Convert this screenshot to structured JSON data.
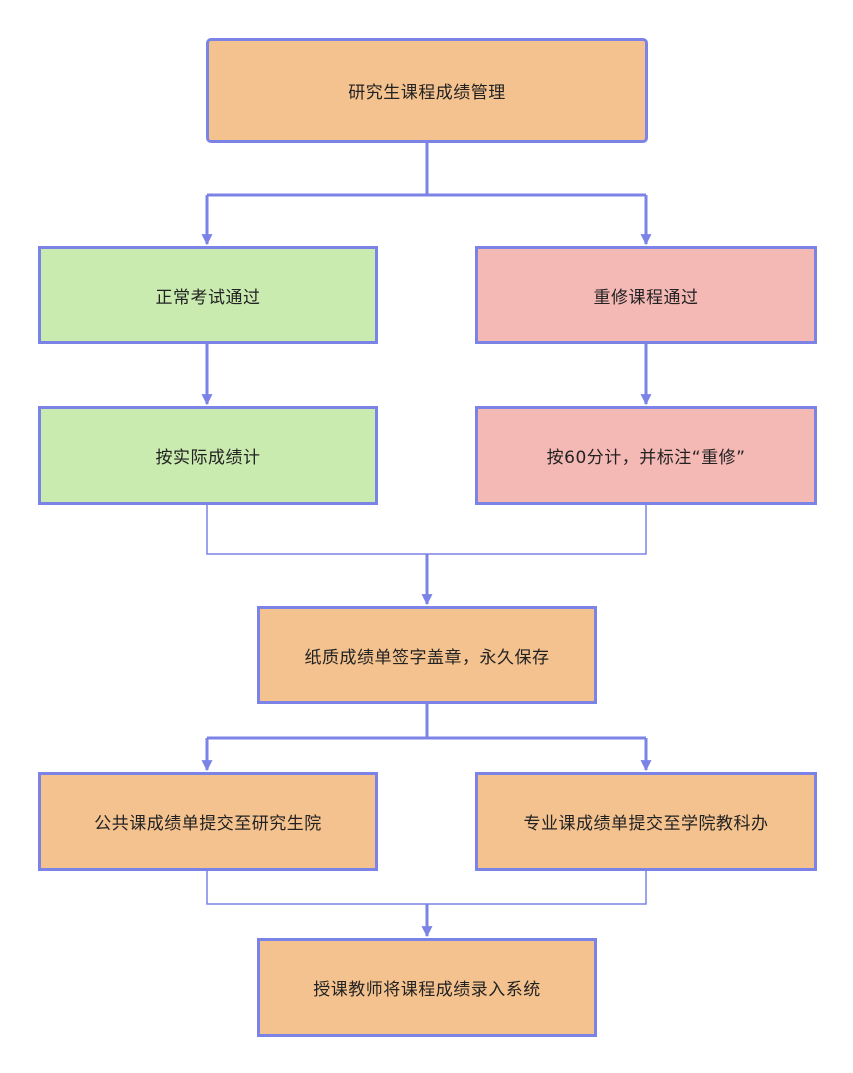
{
  "colors": {
    "border": "#7b83e6",
    "connector": "#7b83e6",
    "orange_fill": "#f4c28f",
    "green_fill": "#c9ebb0",
    "pink_fill": "#f4b8b5"
  },
  "nodes": {
    "root": "研究生课程成绩管理",
    "normal_pass": "正常考试通过",
    "retake_pass": "重修课程通过",
    "actual_score": "按实际成绩计",
    "sixty_score": "按60分计，并标注“重修”",
    "paper_sheet": "纸质成绩单签字盖章，永久保存",
    "public_course": "公共课成绩单提交至研究生院",
    "major_course": "专业课成绩单提交至学院教科办",
    "system_entry": "授课教师将课程成绩录入系统"
  }
}
